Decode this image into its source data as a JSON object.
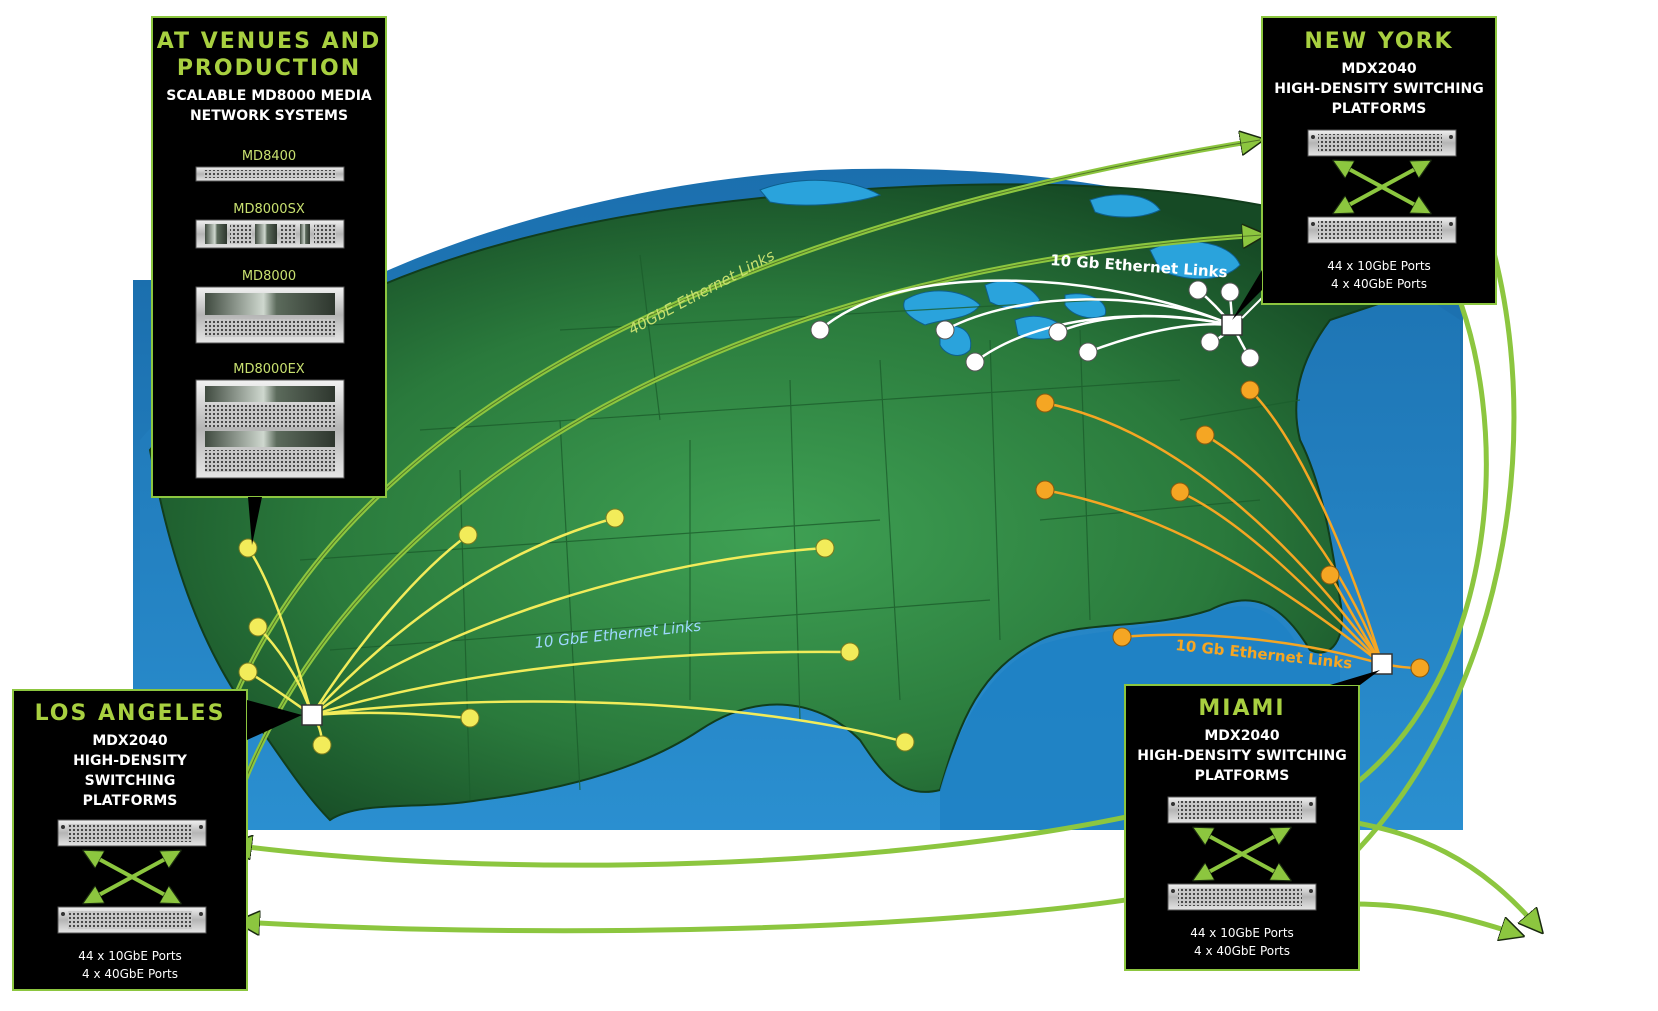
{
  "venues": {
    "title_line1": "AT VENUES AND",
    "title_line2": "PRODUCTION",
    "sub_line1": "SCALABLE MD8000 MEDIA",
    "sub_line2": "NETWORK SYSTEMS",
    "devices": [
      "MD8400",
      "MD8000SX",
      "MD8000",
      "MD8000EX"
    ]
  },
  "new_york": {
    "title": "NEW YORK",
    "model": "MDX2040",
    "desc_line1": "HIGH-DENSITY SWITCHING",
    "desc_line2": "PLATFORMS",
    "ports_line1": "44 x 10GbE Ports",
    "ports_line2": "4 x 40GbE Ports"
  },
  "los_angeles": {
    "title": "LOS ANGELES",
    "model": "MDX2040",
    "desc_line1": "HIGH-DENSITY",
    "desc_line2": "SWITCHING",
    "desc_line3": "PLATFORMS",
    "ports_line1": "44 x 10GbE Ports",
    "ports_line2": "4 x 40GbE Ports"
  },
  "miami": {
    "title": "MIAMI",
    "model": "MDX2040",
    "desc_line1": "HIGH-DENSITY SWITCHING",
    "desc_line2": "PLATFORMS",
    "ports_line1": "44 x 10GbE Ports",
    "ports_line2": "4 x 40GbE Ports"
  },
  "links": {
    "forty_gbe": "40GbE Ethernet Links",
    "ny_ten_gb": "10 Gb Ethernet Links",
    "la_ten_gbe": "10 GbE Ethernet Links",
    "miami_ten_gb": "10 Gb Ethernet Links"
  },
  "colors": {
    "ocean": "#1f7fc0",
    "land": "#2f8a45",
    "backbone": "#8cc63f",
    "west_links": "#f2ec5a",
    "south_links": "#f5a623",
    "north_links": "#ffffff",
    "panel": "#000000"
  }
}
